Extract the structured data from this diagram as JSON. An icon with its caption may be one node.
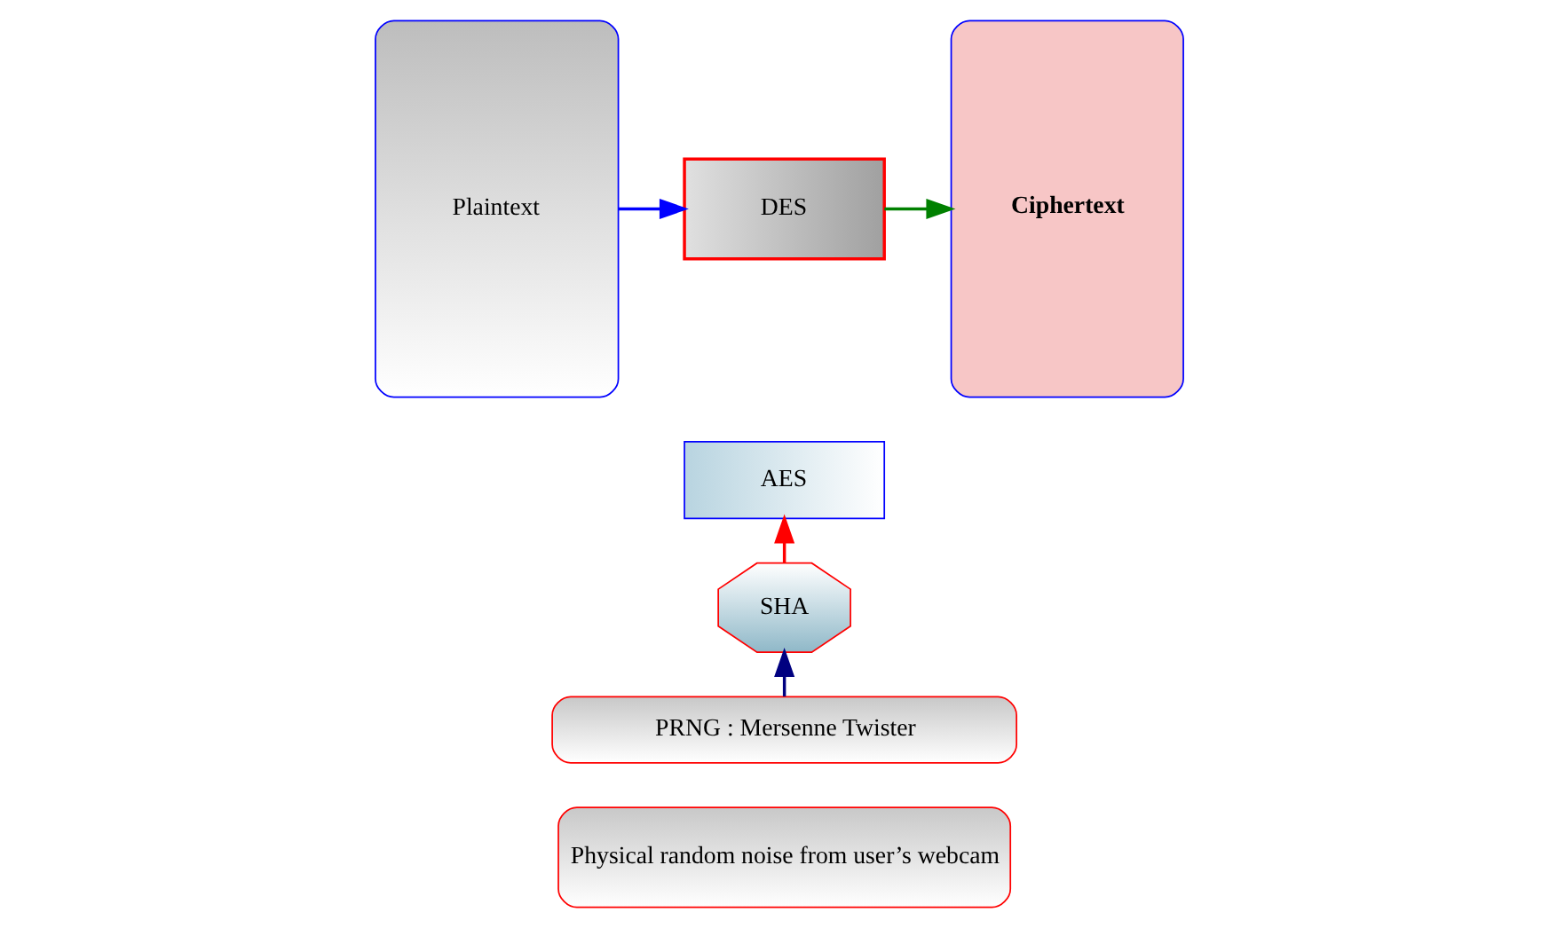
{
  "diagram": {
    "nodes": [
      {
        "text": [
          "Plaintext"
        ]
      },
      {
        "text": [
          "DES"
        ]
      },
      {
        "text": [
          "AES"
        ]
      },
      {
        "text": [
          "Ciphertext"
        ]
      },
      {
        "text": [
          "SHA"
        ]
      },
      {
        "text": [
          "PRNG : Mersenne Twister"
        ]
      },
      {
        "text": [
          "Physical random noise from user’s webcam"
        ]
      }
    ],
    "edges": [
      {
        "from": 0,
        "to": 1,
        "arrow": "to",
        "color": "#0000ff"
      },
      {
        "from": 1,
        "to": 3,
        "arrow": "to",
        "color": "#008000"
      },
      {
        "from": 4,
        "to": 2,
        "arrow": "to",
        "color": "#ff0000"
      },
      {
        "from": 5,
        "to": 4,
        "arrow": "to",
        "color": "#000080"
      }
    ]
  }
}
